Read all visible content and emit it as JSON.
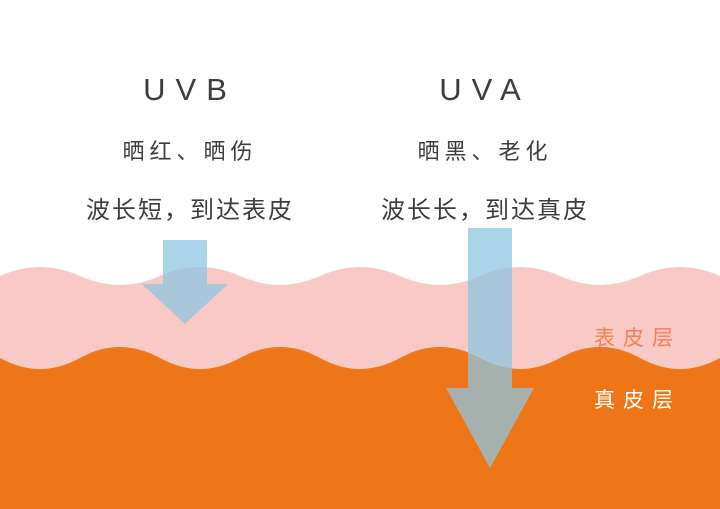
{
  "left": {
    "title": "UVB",
    "effects": "晒红、晒伤",
    "wavelength": "波长短，到达表皮"
  },
  "right": {
    "title": "UVA",
    "effects": "晒黑、老化",
    "wavelength": "波长长，到达真皮"
  },
  "layers": {
    "epidermis_label": "表皮层",
    "dermis_label": "真皮层"
  },
  "colors": {
    "background": "#ffffff",
    "epidermis": "#f9c9c5",
    "dermis": "#ee7518",
    "arrow": "#8ec6e0",
    "epidermis_label": "#f08155",
    "dermis_label": "#ffffff",
    "text": "#3d3d3d"
  }
}
